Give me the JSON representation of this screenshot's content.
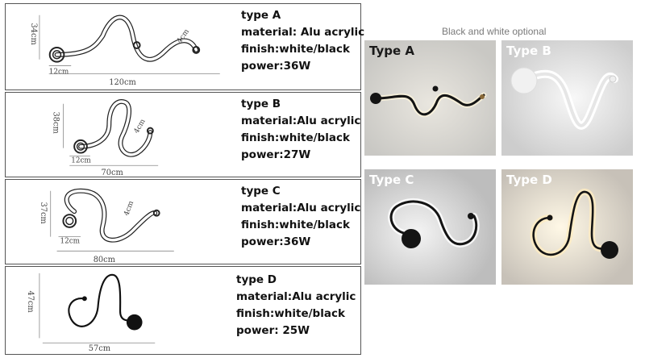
{
  "products": [
    {
      "type_label": "type A",
      "material": "material: Alu acrylic",
      "finish": "finish:white/black",
      "power": "power:36W",
      "dim_height": "34cm",
      "dim_width": "120cm",
      "dim_ring": "12cm",
      "dim_end": "4cm"
    },
    {
      "type_label": "type B",
      "material": "material:Alu acrylic",
      "finish": "finish:white/black",
      "power": "power:27W",
      "dim_height": "38cm",
      "dim_width": "70cm",
      "dim_ring": "12cm",
      "dim_end": "4cm"
    },
    {
      "type_label": "type C",
      "material": "material:Alu acrylic",
      "finish": "finish:white/black",
      "power": "power:36W",
      "dim_height": "37cm",
      "dim_width": "80cm",
      "dim_ring": "12cm",
      "dim_end": "4cm"
    },
    {
      "type_label": "type D",
      "material": "material:Alu acrylic",
      "finish": "finish:white/black",
      "power": "power:  25W",
      "dim_height": "47cm",
      "dim_width": "57cm"
    }
  ],
  "photos": {
    "title": "Black and white optional",
    "items": [
      {
        "label": "Type A",
        "label_color": "#1a1a1a"
      },
      {
        "label": "Type B",
        "label_color": "#ffffff"
      },
      {
        "label": "Type C",
        "label_color": "#ffffff"
      },
      {
        "label": "Type D",
        "label_color": "#ffffff"
      }
    ]
  }
}
